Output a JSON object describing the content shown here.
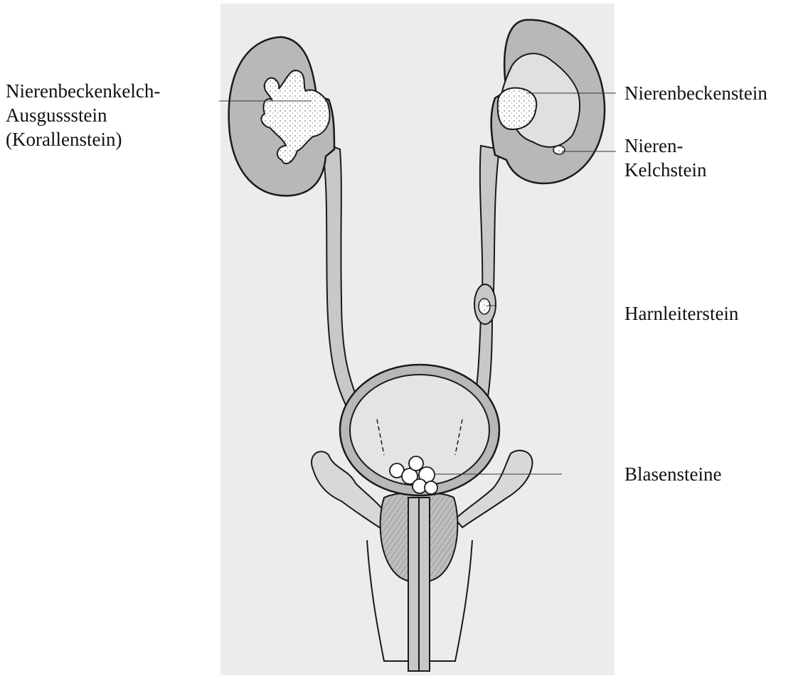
{
  "labels": {
    "staghorn": [
      "Nierenbeckenkelch-",
      "Ausgussstein",
      "(Korallenstein)"
    ],
    "pelvis_stone": "Nierenbeckenstein",
    "calyx_stone": [
      "Nieren-",
      "Kelchstein"
    ],
    "ureter_stone": "Harnleiterstein",
    "bladder_stones": "Blasensteine"
  },
  "colors": {
    "panel": "#ececec",
    "parenchyma": "#b8b8b8",
    "lumen": "#e0e0e0",
    "stone": "#ffffff",
    "outline": "#1a1a1a"
  },
  "icons": [
    "kidney-left",
    "kidney-right",
    "ureter",
    "bladder",
    "prostate",
    "urethra",
    "seminal-vesicle"
  ]
}
